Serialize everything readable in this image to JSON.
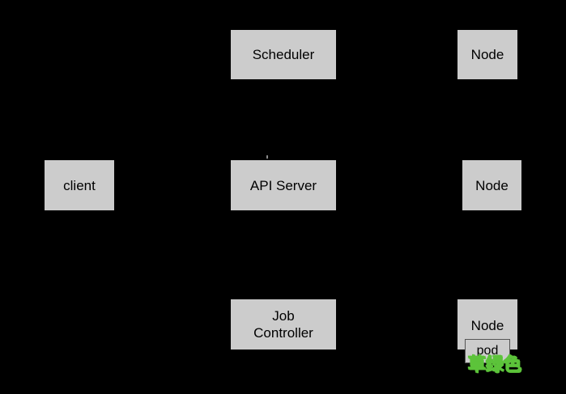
{
  "diagram": {
    "nodes": {
      "scheduler": "Scheduler",
      "api_server": "API Server",
      "job_controller": "Job\nController",
      "client": "client",
      "node_top": "Node",
      "node_middle": "Node",
      "node_bottom": "Node",
      "pod": "pod"
    }
  },
  "watermark": "草绿色",
  "colors": {
    "background": "#000000",
    "box_fill": "#cccccc",
    "watermark": "#5cc33a"
  }
}
